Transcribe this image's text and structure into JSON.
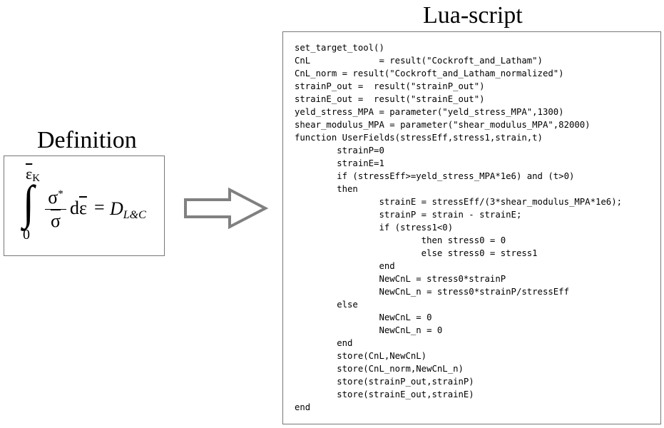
{
  "definition": {
    "title": "Definition",
    "formula": {
      "integral_sign": "∫",
      "upper_limit_symbol": "ε",
      "upper_limit_subscript": "K",
      "lower_limit": "0",
      "numerator": "σ",
      "numerator_superscript": "*",
      "denominator": "σ",
      "differential_d": "d",
      "differential_var": "ε",
      "equals": "=",
      "rhs_symbol": "D",
      "rhs_subscript": "L&C"
    }
  },
  "lua": {
    "title": "Lua-script",
    "code_lines": [
      "set_target_tool()",
      "CnL             = result(\"Cockroft_and_Latham\")",
      "CnL_norm = result(\"Cockroft_and_Latham_normalized\")",
      "strainP_out =  result(\"strainP_out\")",
      "strainE_out =  result(\"strainE_out\")",
      "yeld_stress_MPA = parameter(\"yeld_stress_MPA\",1300)",
      "shear_modulus_MPA = parameter(\"shear_modulus_MPA\",82000)",
      "function UserFields(stressEff,stress1,strain,t)",
      "        strainP=0",
      "        strainE=1",
      "        if (stressEff>=yeld_stress_MPA*1e6) and (t>0)",
      "        then",
      "                strainE = stressEff/(3*shear_modulus_MPA*1e6);",
      "                strainP = strain - strainE;",
      "                if (stress1<0)",
      "                        then stress0 = 0",
      "                        else stress0 = stress1",
      "                end",
      "                NewCnL = stress0*strainP",
      "                NewCnL_n = stress0*strainP/stressEff",
      "        else",
      "                NewCnL = 0",
      "                NewCnL_n = 0",
      "        end",
      "        store(CnL,NewCnL)",
      "        store(CnL_norm,NewCnL_n)",
      "        store(strainP_out,strainP)",
      "        store(strainE_out,strainE)",
      "end"
    ]
  },
  "colors": {
    "border": "#777777",
    "arrow_stroke": "#808080",
    "text": "#000000"
  }
}
